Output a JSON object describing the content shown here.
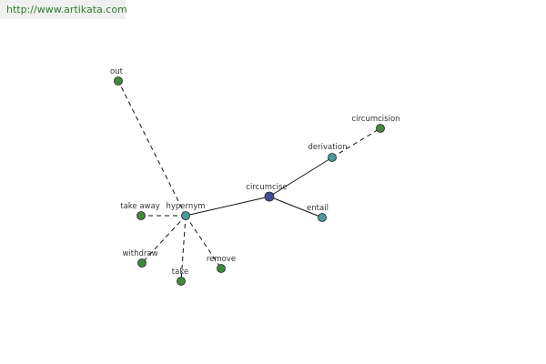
{
  "banner": {
    "url": "http://www.artikata.com"
  },
  "colors": {
    "center": "#3f4f9a",
    "relation": "#4a9a9a",
    "leaf": "#3d8a3d",
    "edge": "#111111",
    "banner_bg": "#f0f0f0",
    "banner_text": "#2e7d32"
  },
  "graph": {
    "nodes": [
      {
        "id": "circumcise",
        "label": "circumcise",
        "kind": "center"
      },
      {
        "id": "hypernym",
        "label": "hypernym",
        "kind": "relation"
      },
      {
        "id": "derivation",
        "label": "derivation",
        "kind": "relation"
      },
      {
        "id": "entail",
        "label": "entail",
        "kind": "relation"
      },
      {
        "id": "circumcision",
        "label": "circumcision",
        "kind": "leaf"
      },
      {
        "id": "out",
        "label": "out",
        "kind": "leaf"
      },
      {
        "id": "take-away",
        "label": "take away",
        "kind": "leaf"
      },
      {
        "id": "withdraw",
        "label": "withdraw",
        "kind": "leaf"
      },
      {
        "id": "take",
        "label": "take",
        "kind": "leaf"
      },
      {
        "id": "remove",
        "label": "remove",
        "kind": "leaf"
      }
    ],
    "edges": [
      {
        "from": "circumcise",
        "to": "hypernym",
        "style": "solid"
      },
      {
        "from": "circumcise",
        "to": "derivation",
        "style": "solid"
      },
      {
        "from": "circumcise",
        "to": "entail",
        "style": "solid"
      },
      {
        "from": "derivation",
        "to": "circumcision",
        "style": "dashed"
      },
      {
        "from": "hypernym",
        "to": "out",
        "style": "dashed"
      },
      {
        "from": "hypernym",
        "to": "take-away",
        "style": "dashed"
      },
      {
        "from": "hypernym",
        "to": "withdraw",
        "style": "dashed"
      },
      {
        "from": "hypernym",
        "to": "take",
        "style": "dashed"
      },
      {
        "from": "hypernym",
        "to": "remove",
        "style": "dashed"
      }
    ]
  }
}
